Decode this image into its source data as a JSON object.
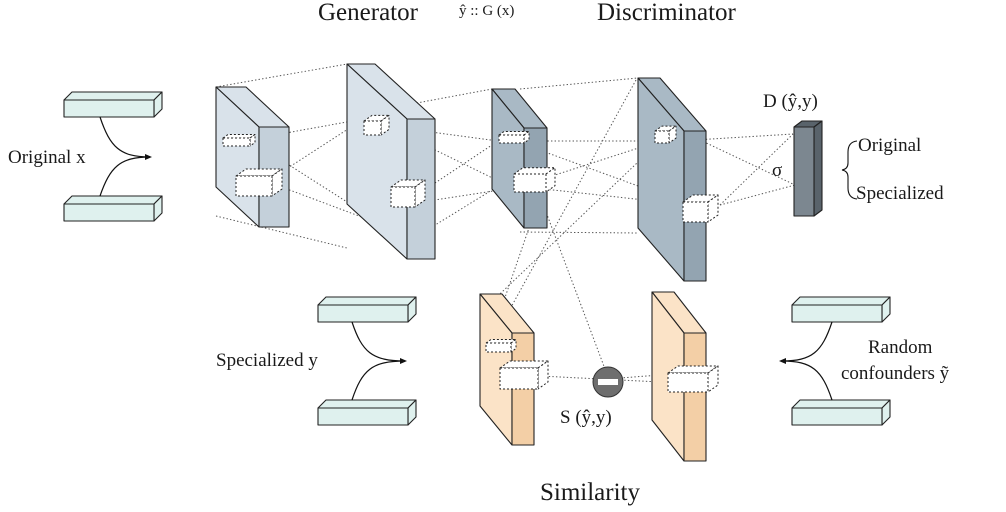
{
  "title": {
    "generator": "Generator",
    "equation": "ŷ :: G (x)",
    "discriminator": "Discriminator"
  },
  "inputs": {
    "original": "Original x",
    "specialized": "Specialized y",
    "random_line1": "Random",
    "random_line2": "confounders ỹ"
  },
  "outputs": {
    "d_label": "D (ŷ,y)",
    "sigma": "σ",
    "original": "Original",
    "specialized": "Specialized"
  },
  "similarity": {
    "s_label": "S (ŷ,y)",
    "caption": "Similarity"
  },
  "colors": {
    "gen_face": "#d9e2ea",
    "gen_side": "#c4d0da",
    "disc_face": "#a9b9c5",
    "disc_side": "#93a4b1",
    "orange_face": "#fbe3c7",
    "orange_side": "#f3cfa6",
    "bar_face": "#dff1ee",
    "output_face": "#7c8790",
    "output_side": "#59636b",
    "minus_circle": "#6e6e6e"
  }
}
